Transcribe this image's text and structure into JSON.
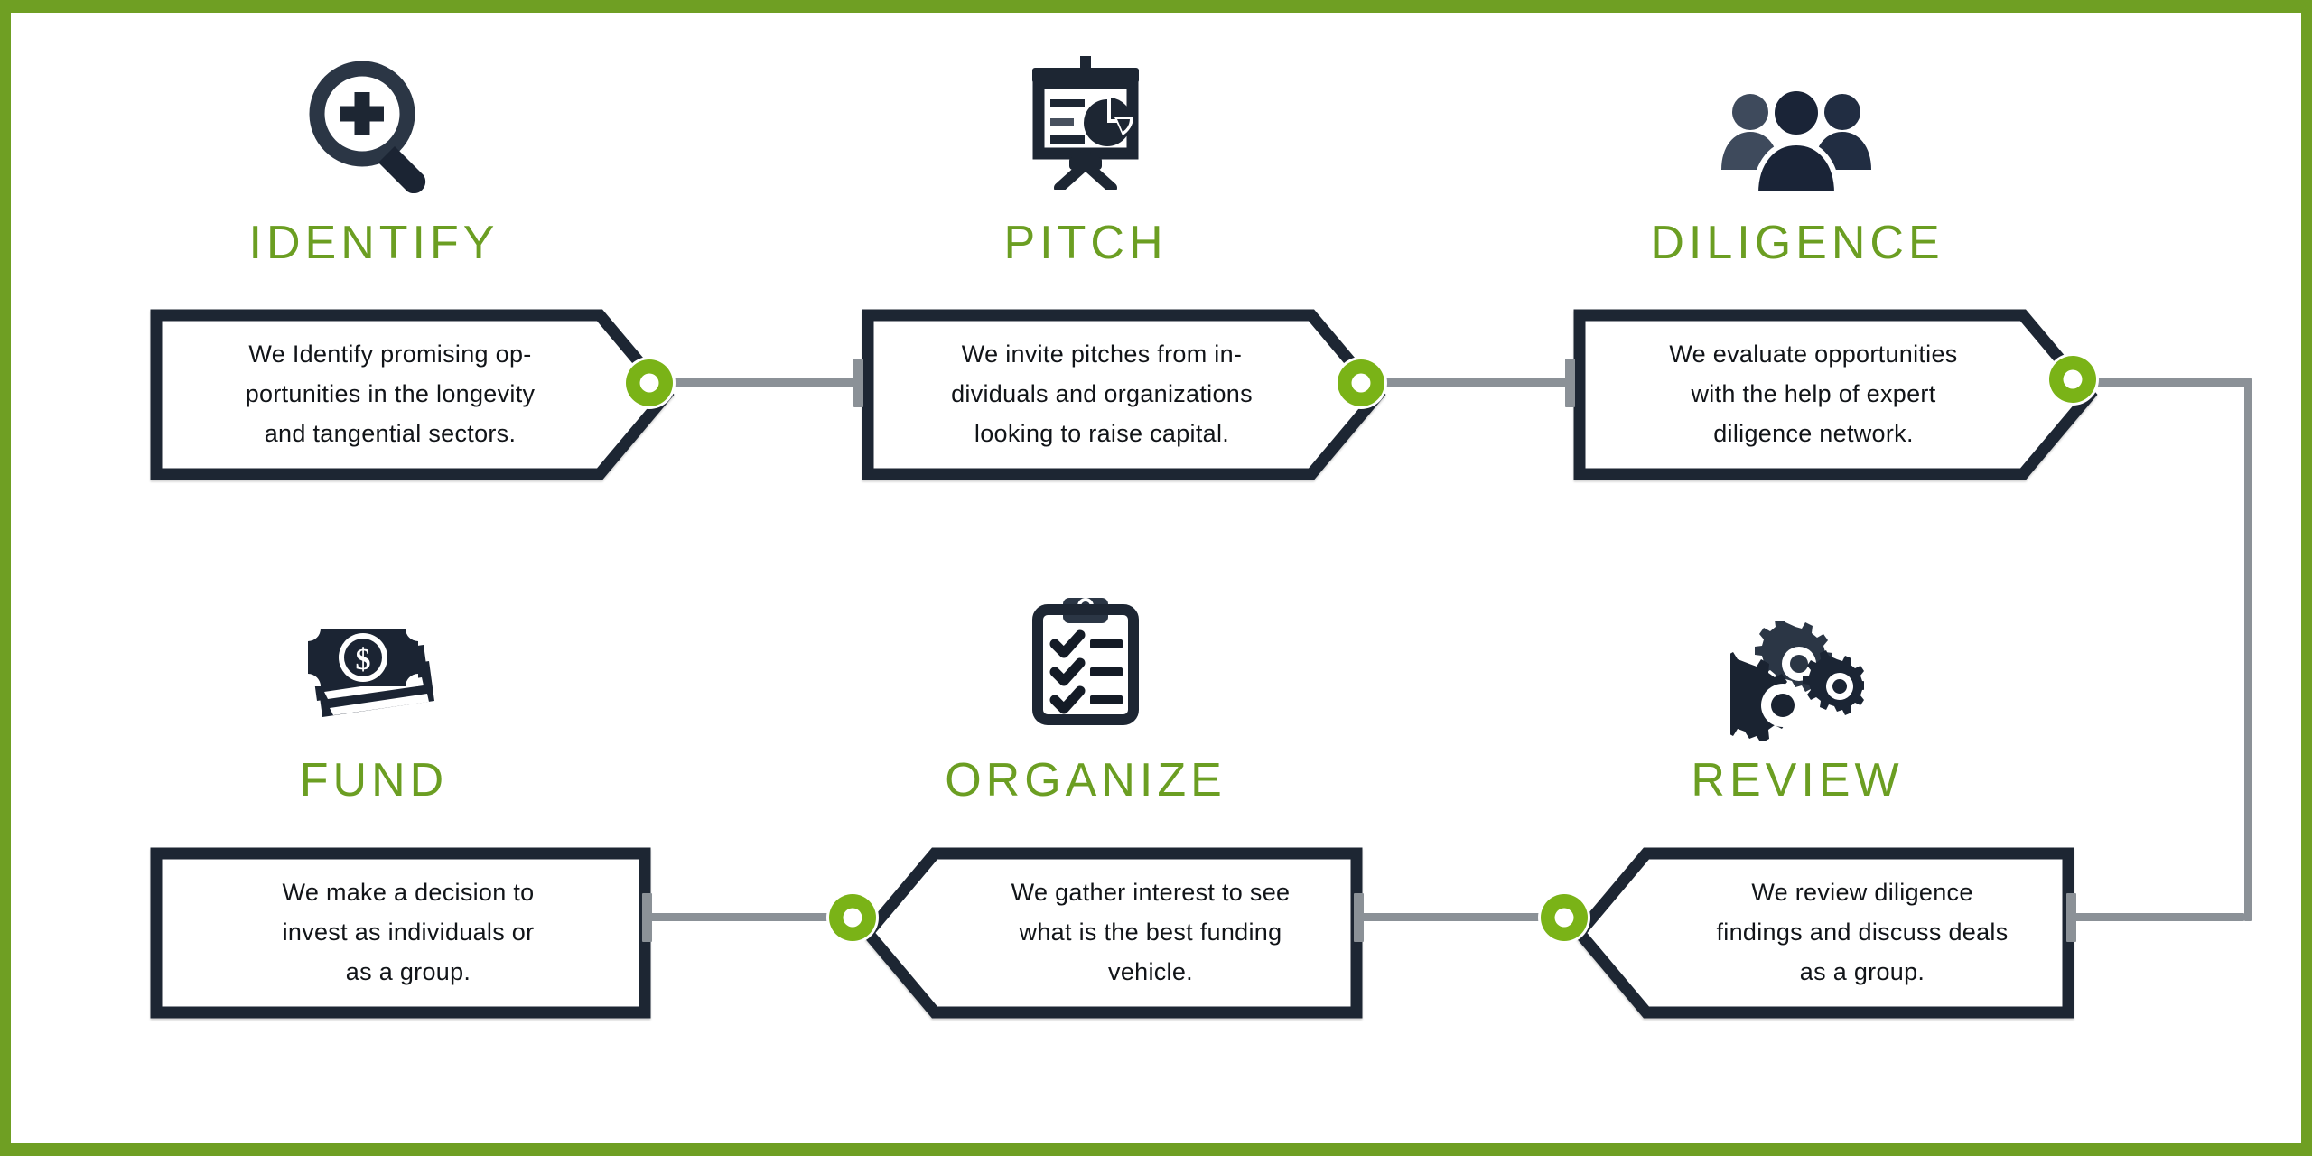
{
  "theme": {
    "frame_color": "#6f9f23",
    "heading_color": "#6b9e22",
    "box_border_color": "#1d2633",
    "node_color": "#7ab317",
    "connector_color": "#8b9197",
    "body_text_color": "#111418",
    "background": "#ffffff"
  },
  "steps": [
    {
      "id": "identify",
      "heading": "IDENTIFY",
      "icon": "magnifier-plus-icon",
      "lines": [
        "We Identify promising op-",
        "portunities in the longevity",
        "and tangential sectors."
      ],
      "text": "We Identify promising opportunities in the longevity and tangential sectors.",
      "direction": "right",
      "row": 1
    },
    {
      "id": "pitch",
      "heading": "PITCH",
      "icon": "presentation-chart-icon",
      "lines": [
        "We invite pitches from in-",
        "dividuals and organizations",
        "looking to raise capital."
      ],
      "text": "We invite pitches from individuals and organizations looking to raise capital.",
      "direction": "right",
      "row": 1
    },
    {
      "id": "diligence",
      "heading": "DILIGENCE",
      "icon": "people-group-icon",
      "lines": [
        "We evaluate opportunities",
        "with the help of expert",
        "diligence network."
      ],
      "text": "We evaluate opportunities with the help of expert diligence network.",
      "direction": "right",
      "row": 1
    },
    {
      "id": "fund",
      "heading": "FUND",
      "icon": "cash-money-icon",
      "lines": [
        "We make a decision to",
        "invest as individuals or",
        "as a group."
      ],
      "text": "We make a decision to invest as individuals or as a group.",
      "direction": "none",
      "row": 2
    },
    {
      "id": "organize",
      "heading": "ORGANIZE",
      "icon": "clipboard-checklist-icon",
      "lines": [
        "We gather interest to see",
        "what is the best funding",
        "vehicle."
      ],
      "text": "We gather interest to see what is the best funding vehicle.",
      "direction": "left",
      "row": 2
    },
    {
      "id": "review",
      "heading": "REVIEW",
      "icon": "gears-icon",
      "lines": [
        "We review diligence",
        "findings and discuss deals",
        "as a group."
      ],
      "text": "We review diligence findings and discuss deals as a group.",
      "direction": "left",
      "row": 2
    }
  ],
  "flow": {
    "order": [
      "identify",
      "pitch",
      "diligence",
      "review",
      "organize",
      "fund"
    ],
    "description": "Six-step investment process flowing left-to-right on the top row, wrapping down the right edge, then right-to-left along the bottom row."
  }
}
